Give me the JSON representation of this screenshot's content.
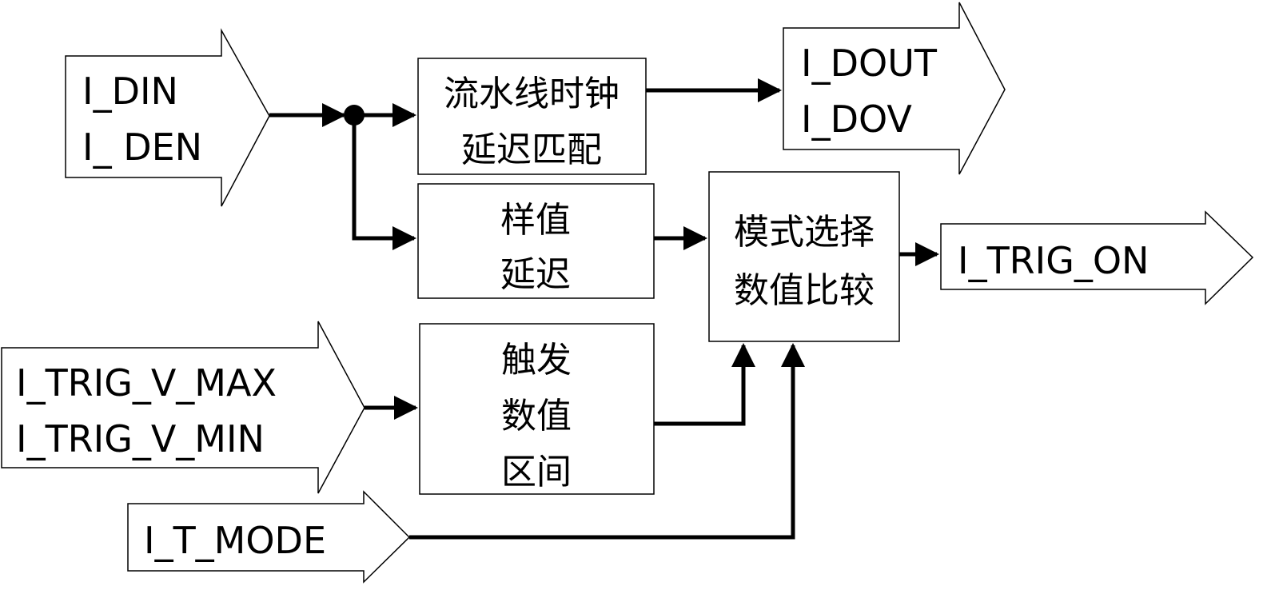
{
  "inputs": {
    "din_den": [
      "I_DIN",
      "I_ DEN"
    ],
    "trig_v": [
      "I_TRIG_V_MAX",
      "I_TRIG_V_MIN"
    ],
    "t_mode": [
      "I_T_MODE"
    ]
  },
  "outputs": {
    "dout_dov": [
      "I_DOUT",
      "I_DOV"
    ],
    "trig_on": [
      "I_TRIG_ON"
    ]
  },
  "blocks": {
    "pipeline_delay": [
      "流水线时钟",
      "延迟匹配"
    ],
    "sample_delay": [
      "样值",
      "延迟"
    ],
    "trigger_range": [
      "触发",
      "数值",
      "区间"
    ],
    "mode_compare": [
      "模式选择",
      "数值比较"
    ]
  }
}
